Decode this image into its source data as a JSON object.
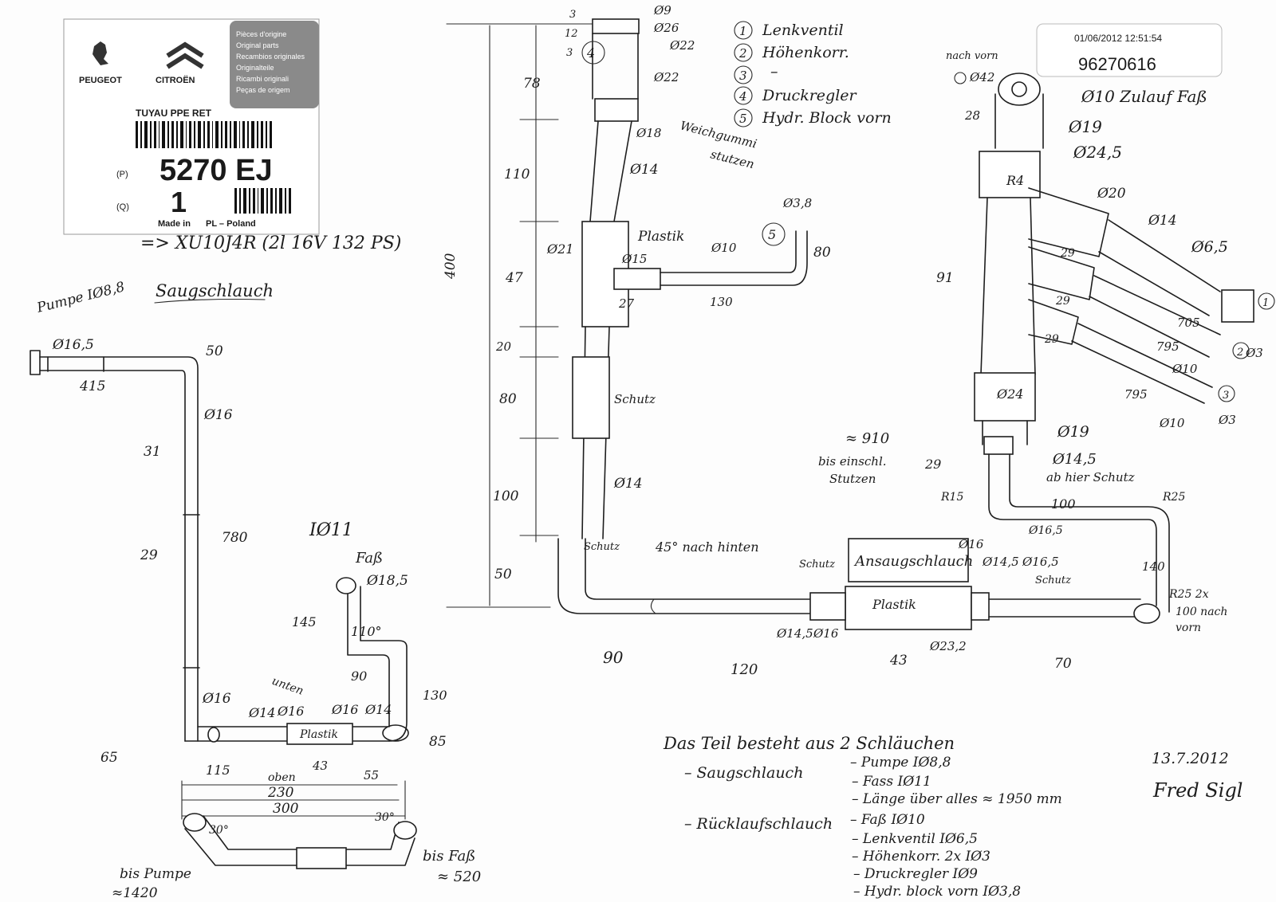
{
  "label": {
    "brand_left": "PEUGEOT",
    "brand_right": "CITROËN",
    "origin_lines": [
      "Pièces d'origine",
      "Original parts",
      "Recambios originales",
      "Originalteile",
      "Ricambi originali",
      "Peças de origem"
    ],
    "part_name": "TUYAU PPE RET",
    "p_label": "(P)",
    "part_number": "5270 EJ",
    "q_label": "(Q)",
    "quantity": "1",
    "made_in": "Made in",
    "country": "PL – Poland"
  },
  "stamp": {
    "datetime": "01/06/2012 12:51:54",
    "number": "96270616"
  },
  "engine_note": "=> XU10J4R (2l 16V 132 PS)",
  "legend": [
    {
      "num": "1",
      "text": "Lenkventil"
    },
    {
      "num": "2",
      "text": "Höhenkorr."
    },
    {
      "num": "3",
      "text": "–"
    },
    {
      "num": "4",
      "text": "Druckregler"
    },
    {
      "num": "5",
      "text": "Hydr. Block vorn"
    }
  ],
  "suction_hose": {
    "title": "Saugschlauch",
    "pump_label": "Pumpe IØ8,8",
    "labels": [
      "Ø16,5",
      "50",
      "415",
      "Ø16",
      "31",
      "780",
      "29",
      "IØ11",
      "Faß",
      "Ø18,5",
      "145",
      "110°",
      "unten",
      "90",
      "130",
      "Ø16",
      "Ø14",
      "Ø16",
      "Ø16",
      "Ø14",
      "Plastik",
      "65",
      "85",
      "115",
      "oben",
      "43",
      "55",
      "230",
      "300",
      "30°",
      "30°"
    ],
    "to_pump": "bis Pumpe",
    "to_pump_len": "≈1420",
    "to_tank": "bis Faß",
    "to_tank_len": "≈ 520"
  },
  "middle_section": {
    "labels": [
      "3",
      "12",
      "3",
      "Ø9",
      "Ø26",
      "Ø22",
      "Ø22",
      "78",
      "Ø18",
      "Weichgummi",
      "stutzen",
      "110",
      "Ø14",
      "400",
      "Ø21",
      "Plastik",
      "47",
      "Ø15",
      "Ø10",
      "Ø3,8",
      "80",
      "27",
      "130",
      "20",
      "80",
      "Schutz",
      "100",
      "Ø14",
      "50",
      "Schutz",
      "45° nach hinten",
      "90",
      "120",
      "43"
    ]
  },
  "return_section": {
    "labels": [
      "nach vorn",
      "Ø42",
      "Ø10 Zulauf Faß",
      "28",
      "Ø19",
      "Ø24,5",
      "R4",
      "Ø20",
      "Ø14",
      "Ø6,5",
      "29",
      "705",
      "29",
      "795",
      "Ø10",
      "Ø3",
      "29",
      "795",
      "Ø10",
      "Ø3",
      "91",
      "Ø24",
      "Ø19",
      "≈ 910",
      "bis einschl.",
      "Stutzen",
      "Ø14,5",
      "ab hier Schutz",
      "29",
      "R15",
      "100",
      "R25",
      "Ø16,5",
      "140",
      "R25 2x",
      "100 nach",
      "vorn",
      "Ø16",
      "Ansaugschlauch",
      "Schutz",
      "Ø14,5",
      "Ø16,5",
      "Schutz",
      "Plastik",
      "Ø14,5",
      "Ø16",
      "Ø23,2",
      "70"
    ]
  },
  "summary": {
    "heading": "Das Teil besteht aus 2 Schläuchen",
    "groups": [
      {
        "name": "– Saugschlauch",
        "items": [
          "– Pumpe IØ8,8",
          "– Fass IØ11",
          "– Länge über alles ≈ 1950 mm"
        ]
      },
      {
        "name": "– Rücklaufschlauch",
        "items": [
          "– Faß IØ10",
          "– Lenkventil IØ6,5",
          "– Höhenkorr. 2x IØ3",
          "– Druckregler IØ9",
          "– Hydr. block vorn IØ3,8"
        ]
      }
    ]
  },
  "signature": {
    "date": "13.7.2012",
    "name": "Fred Sigl"
  }
}
